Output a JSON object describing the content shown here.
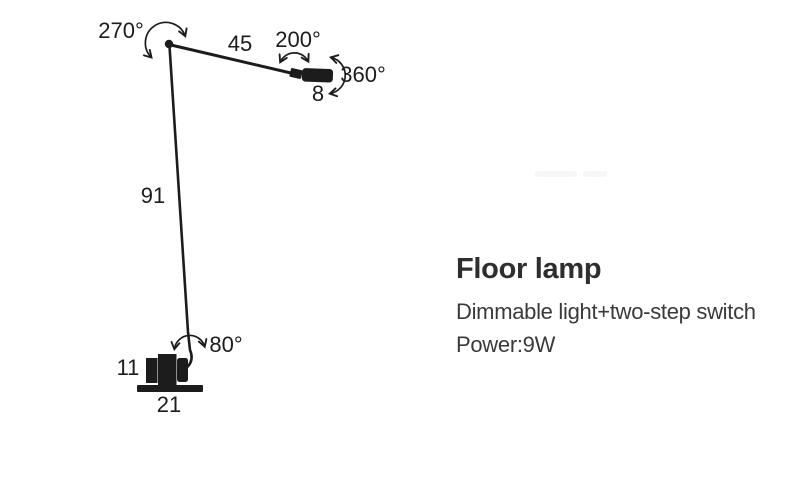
{
  "colors": {
    "background": "#ffffff",
    "ink": "#1c1c1c",
    "title_text": "#2e2e2e",
    "body_text": "#3a3a3a",
    "watermark": "rgba(0,0,0,0.03)"
  },
  "diagram": {
    "labels": {
      "elbow_rotation": "270°",
      "arm_length": "45",
      "head_tilt_rotation": "200°",
      "head_swivel_rotation": "360°",
      "head_length": "8",
      "pole_height": "91",
      "base_joint_rotation": "80°",
      "base_height": "11",
      "base_width": "21"
    }
  },
  "product": {
    "title": "Floor lamp",
    "description": "Dimmable light+two-step switch",
    "power": "Power:9W"
  }
}
